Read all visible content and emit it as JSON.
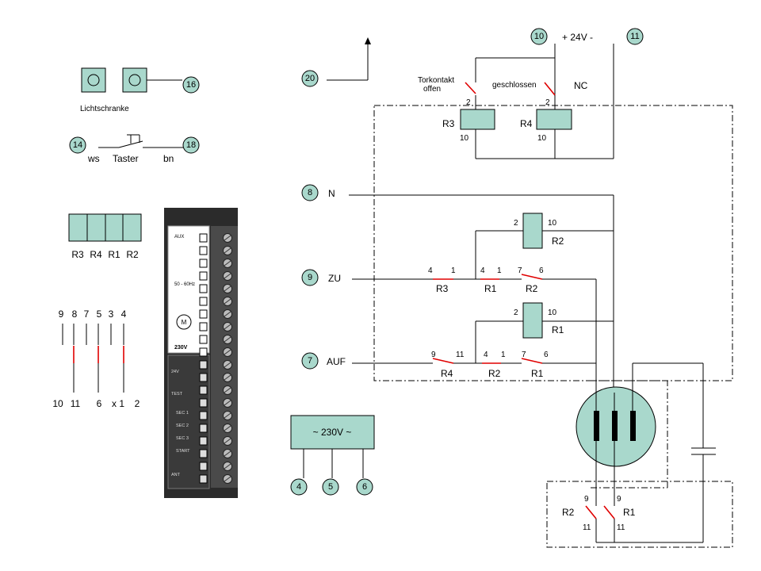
{
  "nodes": {
    "n16": "16",
    "n14": "14",
    "n18": "18",
    "n20": "20",
    "n10": "10",
    "n11": "11",
    "n8": "8",
    "n9": "9",
    "n7": "7",
    "n4": "4",
    "n5": "5",
    "n6": "6"
  },
  "labels": {
    "lichtschranke": "Lichtschranke",
    "ws": "ws",
    "taster": "Taster",
    "bn": "bn",
    "relay_block": [
      "R3",
      "R4",
      "R1",
      "R2"
    ],
    "pins_top": [
      "9",
      "8",
      "7",
      "5",
      "3",
      "4"
    ],
    "pins_bottom": [
      "10",
      "11",
      "6",
      "x 1",
      "2"
    ],
    "supply_24v": "+   24V   -",
    "torkontakt": "Torkontakt",
    "offen": "offen",
    "geschlossen": "geschlossen",
    "nc": "NC",
    "N": "N",
    "ZU": "ZU",
    "AUF": "AUF",
    "psu": "~ 230V ~"
  },
  "relays": {
    "r3": {
      "name": "R3",
      "top": "2",
      "bottom": "10"
    },
    "r4": {
      "name": "R4",
      "top": "2",
      "bottom": "10"
    },
    "r2_coil": {
      "name": "R2",
      "left": "2",
      "right": "10"
    },
    "r1_coil": {
      "name": "R1",
      "left": "2",
      "right": "10"
    }
  },
  "contacts": {
    "zu_r3": {
      "name": "R3",
      "a": "4",
      "b": "1"
    },
    "zu_r1": {
      "name": "R1",
      "a": "4",
      "b": "1"
    },
    "zu_r2": {
      "name": "R2",
      "a": "7",
      "b": "6"
    },
    "auf_r4": {
      "name": "R4",
      "a": "9",
      "b": "11"
    },
    "auf_r2": {
      "name": "R2",
      "a": "4",
      "b": "1"
    },
    "auf_r1": {
      "name": "R1",
      "a": "7",
      "b": "6"
    },
    "m_r2": {
      "name": "R2",
      "a": "9",
      "b": "11"
    },
    "m_r1": {
      "name": "R1",
      "a": "9",
      "b": "11"
    }
  },
  "terminal_photo": {
    "aux": "AUX",
    "freq": "50 - 60Hz",
    "v230": "230V",
    "v24": "24V",
    "test": "TEST",
    "sec1": "SEC 1",
    "sec2": "SEC 2",
    "sec3": "SEC 3",
    "start": "START",
    "ant": "ANT"
  },
  "colors": {
    "node_fill": "#a9d8cc",
    "contact_red": "#e00000",
    "terminal_dark": "#2b2b2b"
  }
}
